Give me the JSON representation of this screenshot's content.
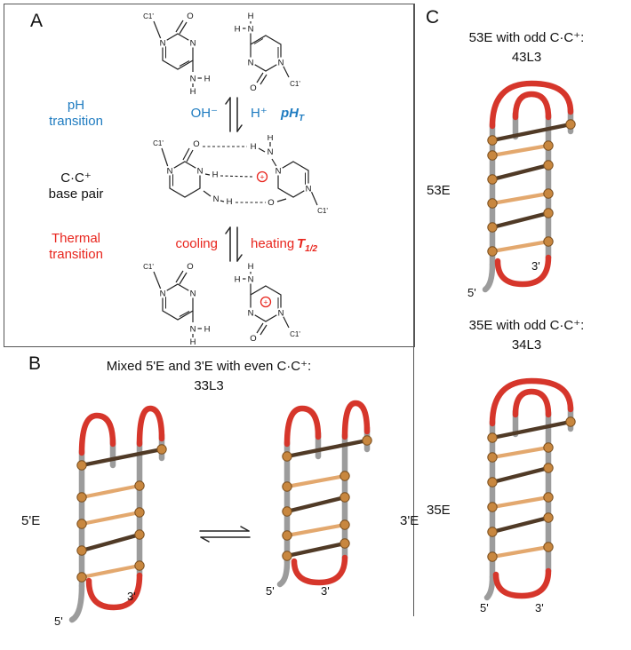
{
  "labels": {
    "five_prime": "5'",
    "three_prime": "3'"
  },
  "atoms": {
    "n": "N",
    "o": "O",
    "h": "H",
    "c1p": "C1'",
    "plus": "+"
  },
  "colors": {
    "blue": "#1e7bc0",
    "red": "#e8251d",
    "loop_red": "#d6362b",
    "strand_gray": "#9c9c9c",
    "rung_tan": "#e3a86e",
    "ball_brown": "#c8873f",
    "dark_rung": "#503a26"
  },
  "panelA": {
    "label": "A",
    "ph_line1": "pH",
    "ph_line2": "transition",
    "cc_line1": "C·C⁺",
    "cc_line2": "base pair",
    "thermal_line1": "Thermal",
    "thermal_line2": "transition",
    "oh": "OH⁻",
    "h": "H⁺",
    "phT_main": "pH",
    "phT_sub": "T",
    "cooling": "cooling",
    "heating": "heating",
    "tHalf_main": "T",
    "tHalf_sub": "1/2"
  },
  "panelB": {
    "label": "B",
    "title1": "Mixed 5'E and 3'E with even C·C⁺:",
    "title2": "33L3",
    "left_structure": "5'E",
    "right_structure": "3'E"
  },
  "panelC": {
    "label": "C",
    "top": {
      "title1": "53E with odd C·C⁺:",
      "title2": "43L3",
      "structure": "53E"
    },
    "bottom": {
      "title1": "35E with odd C·C⁺:",
      "title2": "34L3",
      "structure": "35E"
    }
  }
}
